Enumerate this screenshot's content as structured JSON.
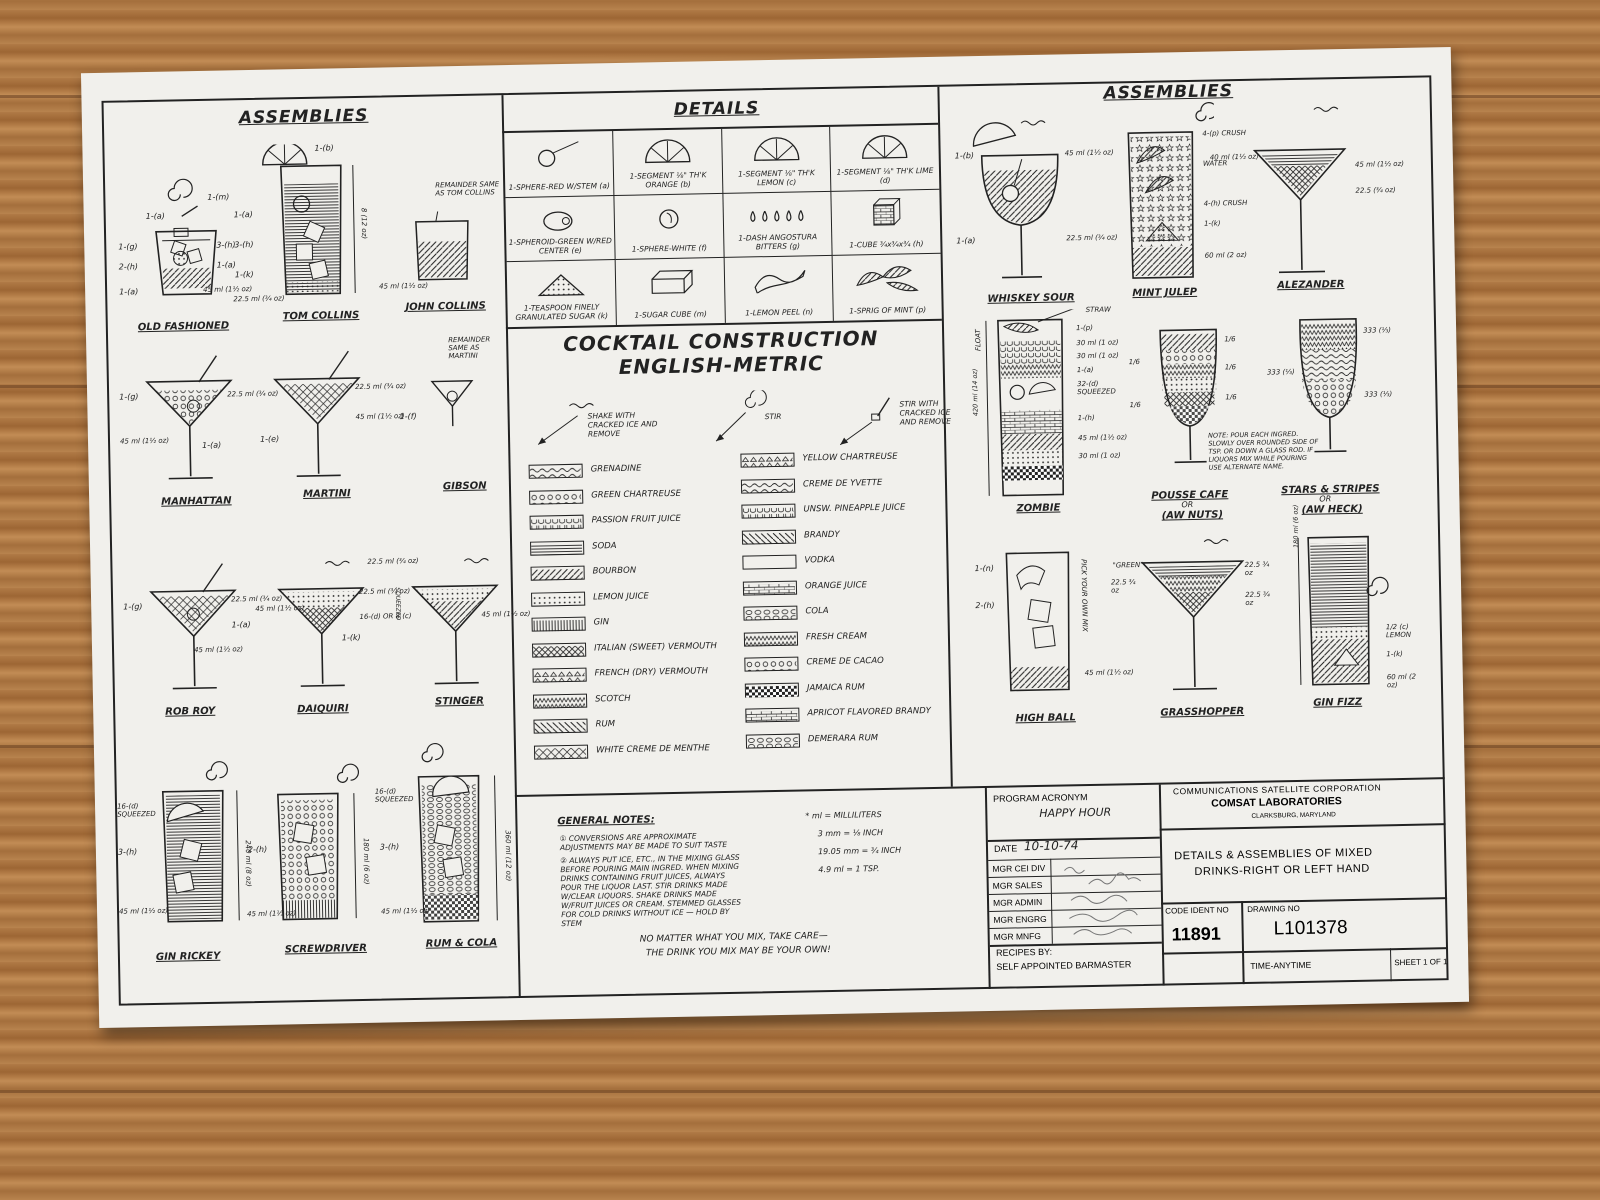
{
  "left_section": {
    "title": "ASSEMBLIES",
    "drinks": [
      {
        "name": "OLD FASHIONED"
      },
      {
        "name": "TOM COLLINS"
      },
      {
        "name": "JOHN COLLINS",
        "note": "REMAINDER SAME AS TOM COLLINS"
      },
      {
        "name": "MANHATTAN"
      },
      {
        "name": "MARTINI"
      },
      {
        "name": "GIBSON",
        "note": "REMAINDER SAME AS MARTINI"
      },
      {
        "name": "ROB ROY"
      },
      {
        "name": "DAIQUIRI"
      },
      {
        "name": "STINGER"
      },
      {
        "name": "GIN RICKEY"
      },
      {
        "name": "SCREWDRIVER"
      },
      {
        "name": "RUM & COLA"
      }
    ],
    "callouts": {
      "of_1": "1-(m)",
      "of_2": "1-(a)",
      "of_3": "1-(g)",
      "of_4": "2-(h)",
      "of_5": "1-(a)",
      "of_6": "3-(h)",
      "of_7": "1-(a)",
      "of_8": "45 ml (1½ oz)",
      "tc_1": "1-(b)",
      "tc_2": "1-(a)",
      "tc_3": "3-(h)",
      "tc_4": "1-(k)",
      "tc_5": "22.5 ml (¾ oz)",
      "tc_6": "8 (12 oz)",
      "jc_1": "45 ml (1½ oz)",
      "mh_1": "1-(g)",
      "mh_2": "22.5 ml (¾ oz)",
      "mh_3": "45 ml (1½ oz)",
      "mh_4": "1-(a)",
      "mt_1": "22.5 ml (¾ oz)",
      "mt_2": "1-(e)",
      "mt_3": "45 ml (1½ oz)",
      "gb_1": "1-(f)",
      "rr_1": "1-(g)",
      "rr_2": "22.5 ml (¾ oz)",
      "rr_3": "1-(a)",
      "rr_4": "45 ml (1½ oz)",
      "dq_1": "45 ml (1½ oz)",
      "dq_2": "22.5 ml (¾ oz)",
      "dq_3": "16-(d) OR 8 (c)",
      "dq_4": "1-(k)",
      "dq_5": "SQUEEZED",
      "st_1": "22.5 ml (¾ oz)",
      "st_2": "45 ml (1½ oz)",
      "gr_1": "16-(d) SQUEEZED",
      "gr_2": "3-(h)",
      "gr_3": "45 ml (1½ oz)",
      "gr_4": "240 ml (8 oz)",
      "sd_1": "2-(h)",
      "sd_2": "45 ml (1½ oz)",
      "sd_3": "180 ml (6 oz)",
      "rc_1": "16-(d) SQUEEZED",
      "rc_2": "3-(h)",
      "rc_3": "45 ml (1½ oz)",
      "rc_4": "360 ml (12 oz)"
    }
  },
  "details": {
    "title": "DETAILS",
    "items": [
      {
        "label": "1-SPHERE-RED W/STEM",
        "key": "(a)"
      },
      {
        "label": "1-SEGMENT ⅛\" TH'K ORANGE",
        "key": "(b)"
      },
      {
        "label": "1-SEGMENT ⅛\" TH'K LEMON",
        "key": "(c)"
      },
      {
        "label": "1-SEGMENT ⅛\" TH'K LIME",
        "key": "(d)"
      },
      {
        "label": "1-SPHEROID-GREEN W/RED CENTER",
        "key": "(e)"
      },
      {
        "label": "1-SPHERE-WHITE",
        "key": "(f)"
      },
      {
        "label": "1-DASH ANGOSTURA BITTERS",
        "key": "(g)"
      },
      {
        "label": "1-CUBE ¾x¾x¾",
        "key": "(h)"
      },
      {
        "label": "1-TEASPOON FINELY GRANULATED SUGAR",
        "key": "(k)"
      },
      {
        "label": "1-SUGAR CUBE",
        "key": "(m)"
      },
      {
        "label": "1-LEMON PEEL",
        "key": "(n)"
      },
      {
        "label": "1-SPRIG OF MINT",
        "key": "(p)"
      }
    ]
  },
  "center": {
    "title_line1": "COCKTAIL CONSTRUCTION",
    "title_line2": "ENGLISH-METRIC",
    "shake_label": "SHAKE WITH CRACKED ICE AND REMOVE",
    "stir_label": "STIR",
    "stir2_label": "STIR WITH CRACKED ICE AND REMOVE",
    "legend_left": [
      "GRENADINE",
      "GREEN CHARTREUSE",
      "PASSION FRUIT JUICE",
      "SODA",
      "BOURBON",
      "LEMON JUICE",
      "GIN",
      "ITALIAN (SWEET) VERMOUTH",
      "FRENCH (DRY) VERMOUTH",
      "SCOTCH",
      "RUM",
      "WHITE CREME DE MENTHE"
    ],
    "legend_right": [
      "YELLOW CHARTREUSE",
      "CREME DE YVETTE",
      "UNSW. PINEAPPLE JUICE",
      "BRANDY",
      "VODKA",
      "ORANGE JUICE",
      "COLA",
      "FRESH CREAM",
      "CREME DE CACAO",
      "JAMAICA RUM",
      "APRICOT FLAVORED BRANDY",
      "DEMERARA RUM"
    ]
  },
  "notes": {
    "heading": "GENERAL NOTES:",
    "n1": "① CONVERSIONS ARE APPROXIMATE ADJUSTMENTS MAY BE MADE TO SUIT TASTE",
    "n2": "② ALWAYS PUT ICE, ETC., IN THE MIXING GLASS BEFORE POURING MAIN INGRED. WHEN MIXING DRINKS CONTAINING FRUIT JUICES, ALWAYS POUR THE LIQUOR LAST. STIR DRINKS MADE W/CLEAR LIQUORS. SHAKE DRINKS MADE W/FRUIT JUICES OR CREAM. STEMMED GLASSES FOR COLD DRINKS WITHOUT ICE — HOLD BY STEM",
    "u1": "* ml = MILLILITERS",
    "u2": "3 mm = ⅛ INCH",
    "u3": "19.05 mm = ¾ INCH",
    "u4": "4.9 ml = 1 TSP.",
    "motto1": "NO MATTER WHAT YOU MIX, TAKE CARE—",
    "motto2": "THE DRINK YOU MIX MAY BE YOUR OWN!"
  },
  "right_section": {
    "title": "ASSEMBLIES",
    "drinks": [
      {
        "name": "WHISKEY SOUR"
      },
      {
        "name": "MINT JULEP"
      },
      {
        "name": "ALEZANDER"
      },
      {
        "name": "ZOMBIE"
      },
      {
        "name": "POUSSE CAFE",
        "sub1": "OR",
        "sub2": "(AW NUTS)"
      },
      {
        "name": "STARS & STRIPES",
        "sub1": "OR",
        "sub2": "(AW HECK)"
      },
      {
        "name": "HIGH BALL"
      },
      {
        "name": "GRASSHOPPER"
      },
      {
        "name": "GIN FIZZ"
      }
    ],
    "callouts": {
      "ws_1": "1-(b)",
      "ws_2": "45 ml (1½ oz)",
      "ws_3": "1-(a)",
      "ws_4": "22.5 ml (¾ oz)",
      "mj_1": "4-(p) CRUSH",
      "mj_2": "WATER",
      "mj_3": "4-(h) CRUSH",
      "mj_4": "1-(k)",
      "mj_5": "60 ml (2 oz)",
      "al_1": "40 ml (1½ oz)",
      "al_2": "45 ml (1½ oz)",
      "al_3": "22.5 (¾ oz)",
      "zb_1": "STRAW",
      "zb_2": "1-(p)",
      "zb_3": "30 ml (1 oz)",
      "zb_4": "30 ml (1 oz)",
      "zb_5": "1-(a)",
      "zb_6": "32-(d) SQUEEZED",
      "zb_7": "1-(h)",
      "zb_8": "45 ml (1½ oz)",
      "zb_9": "30 ml (1 oz)",
      "zb_10": "FLOAT",
      "zb_11": "420 ml (14 oz)",
      "pc_1": "1/6",
      "pc_2": "1/6",
      "pc_3": "1/6",
      "pc_4": "1/6",
      "pc_5": "1/6",
      "ss_1": "333 (⅓)",
      "ss_2": "333 (⅓)",
      "ss_3": "333 (⅓)",
      "note": "NOTE: POUR EACH INGRED. SLOWLY OVER ROUNDED SIDE OF TSP. OR DOWN A GLASS ROD. IF LIQUORS MIX WHILE POURING USE ALTERNATE NAME.",
      "hb_1": "1-(n)",
      "hb_2": "2-(h)",
      "hb_3": "45 ml (1½ oz)",
      "hb_4": "PICK YOUR OWN MIX",
      "gh_1": "\"GREEN\"",
      "gh_2": "22.5 ¾ oz",
      "gh_3": "22.5 ¾ oz",
      "gh_4": "22.5 ¾ oz",
      "gf_1": "1/2 (c) LEMON",
      "gf_2": "1-(k)",
      "gf_3": "60 ml (2 oz)",
      "gf_4": "180 ml (6 oz)"
    }
  },
  "title_block": {
    "program_acronym_label": "PROGRAM ACRONYM",
    "program_acronym": "HAPPY HOUR",
    "date_label": "DATE",
    "date": "10-10-74",
    "rows": [
      "MGR CEI DIV",
      "MGR SALES",
      "MGR ADMIN",
      "MGR ENGRG",
      "MGR MNFG"
    ],
    "recipes_label": "RECIPES BY:",
    "recipes_by": "SELF APPOINTED BARMASTER",
    "company": "COMMUNICATIONS SATELLITE CORPORATION",
    "lab": "COMSAT LABORATORIES",
    "location": "CLARKSBURG, MARYLAND",
    "drawing_title_1": "DETAILS & ASSEMBLIES OF MIXED",
    "drawing_title_2": "DRINKS-RIGHT OR LEFT HAND",
    "code_ident_label": "CODE IDENT NO",
    "code_ident": "11891",
    "drawing_no_label": "DRAWING NO",
    "drawing_no": "L101378",
    "time": "TIME-ANYTIME",
    "sheet": "SHEET 1 OF 1"
  }
}
